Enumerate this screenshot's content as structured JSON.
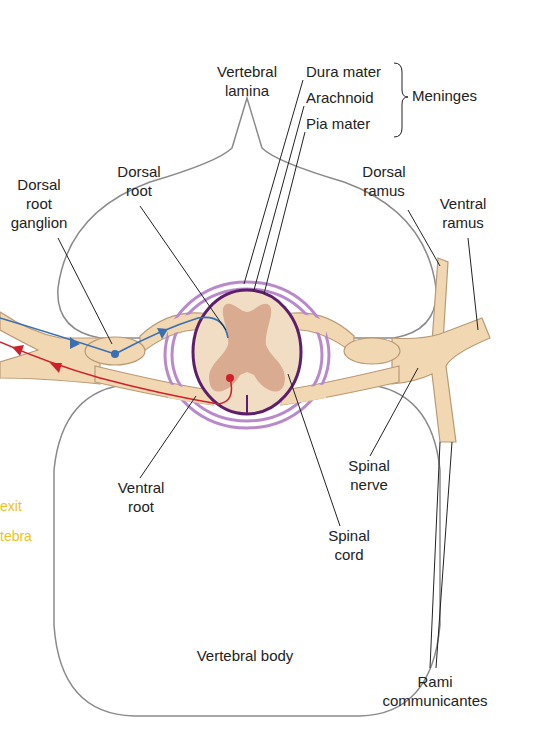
{
  "diagram": {
    "labels": [
      "Vertebral lamina",
      "Dura mater",
      "Arachnoid",
      "Pia mater",
      "Meninges",
      "Dorsal root",
      "Dorsal root ganglion",
      "Dorsal ramus",
      "Ventral ramus",
      "Ventral root",
      "Spinal nerve",
      "Spinal cord",
      "Vertebral body",
      "Rami communicantes",
      "exit",
      "tebra"
    ]
  }
}
